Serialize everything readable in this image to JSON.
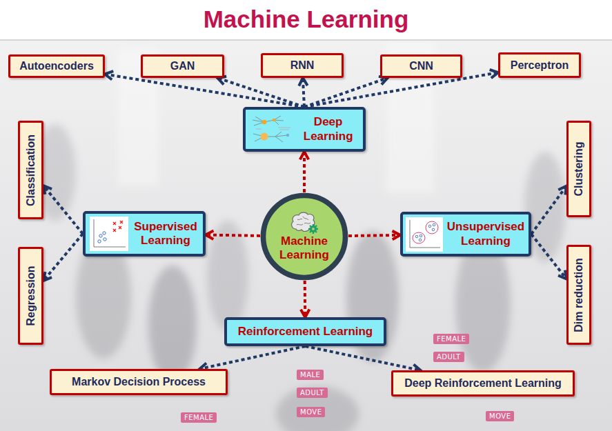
{
  "diagram": {
    "title": "Machine Learning",
    "nodes": [
      {
        "text": [
          "Autoencoders"
        ]
      },
      {
        "text": [
          "GAN"
        ]
      },
      {
        "text": [
          "RNN"
        ]
      },
      {
        "text": [
          "CNN"
        ]
      },
      {
        "text": [
          "Perceptron"
        ]
      },
      {
        "text": [
          "Deep Learning"
        ]
      },
      {
        "text": [
          "Classification"
        ]
      },
      {
        "text": [
          "Clustering"
        ]
      },
      {
        "text": [
          "Supervised Learning"
        ]
      },
      {
        "text": [
          "Machine Learning"
        ]
      },
      {
        "text": [
          "Unsupervised Learning"
        ]
      },
      {
        "text": [
          "Regression"
        ]
      },
      {
        "text": [
          "Dim reduction"
        ]
      },
      {
        "text": [
          "Reinforcement Learning"
        ]
      },
      {
        "text": [
          "Markov Decision Process"
        ]
      },
      {
        "text": [
          "Deep Reinforcement Learning"
        ]
      }
    ],
    "edges": [
      {
        "from": 9,
        "to": 5,
        "arrow": "to"
      },
      {
        "from": 9,
        "to": 8,
        "arrow": "to"
      },
      {
        "from": 9,
        "to": 10,
        "arrow": "to"
      },
      {
        "from": 9,
        "to": 13,
        "arrow": "to"
      },
      {
        "from": 5,
        "to": 0,
        "arrow": "to"
      },
      {
        "from": 5,
        "to": 1,
        "arrow": "to"
      },
      {
        "from": 5,
        "to": 2,
        "arrow": "to"
      },
      {
        "from": 5,
        "to": 3,
        "arrow": "to"
      },
      {
        "from": 5,
        "to": 4,
        "arrow": "to"
      },
      {
        "from": 8,
        "to": 6,
        "arrow": "to"
      },
      {
        "from": 8,
        "to": 11,
        "arrow": "to"
      },
      {
        "from": 10,
        "to": 7,
        "arrow": "to"
      },
      {
        "from": 10,
        "to": 12,
        "arrow": "to"
      },
      {
        "from": 13,
        "to": 14,
        "arrow": "to"
      },
      {
        "from": 13,
        "to": 15,
        "arrow": "to"
      }
    ],
    "labels": [
      "FEMALE",
      "ADULT",
      "MOVE",
      "MALE",
      "ADULT",
      "MOVE",
      "FEMALE"
    ]
  }
}
